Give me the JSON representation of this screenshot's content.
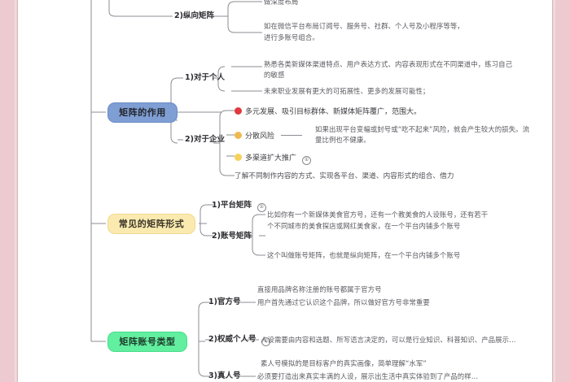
{
  "document": {
    "title": "新媒体矩阵思维导图",
    "frame_color": "#eccacf",
    "page_background": "#ffffff"
  },
  "mindmap": {
    "type": "tree",
    "branches": [
      {
        "id": "zongxiang",
        "label": "2)纵向矩阵",
        "children": [
          {
            "text": "做深度布局"
          },
          {
            "text": "如在微信平台布局订阅号、服务号、社群、个人号及小程序等等，"
          },
          {
            "text": "进行多账号组合。"
          }
        ]
      },
      {
        "id": "juzhen-zuoyong",
        "label": "矩阵的作用",
        "color": "#7e9ed4",
        "shape": "rounded-rect",
        "children": [
          {
            "label": "1)对于个人",
            "children": [
              {
                "text": "熟悉各类新媒体渠道特点、用户表达方式、内容表现形式在不同渠道中，练习自己"
              },
              {
                "text": "的敏感"
              },
              {
                "text": "未来职业发展有更大的可拓展性、更多的发展可能性；"
              }
            ]
          },
          {
            "label": "2)对于企业",
            "children": [
              {
                "badge": "red",
                "badge_symbol": "❶",
                "text": "多元发展、吸引目标群体、新媒体矩阵覆广，范围大。"
              },
              {
                "badge": "orange",
                "badge_symbol": "❷",
                "text": "分散风险",
                "note": "如果出现平台变幅或封号或“吃不起来”风险，就会产生较大的损失。流量比例也不健康。"
              },
              {
                "badge": "amber",
                "badge_symbol": "❸",
                "text": "多渠道扩大推广",
                "ring": "①"
              },
              {
                "text": "了解不同制作内容的方式、实现各平台、渠道、内容形式的组合、借力"
              }
            ]
          }
        ]
      },
      {
        "id": "changjian-xingshi",
        "label": "常见的矩阵形式",
        "color": "#fbeab0",
        "shape": "rounded-rect",
        "children": [
          {
            "label": "1)平台矩阵",
            "ring": "①"
          },
          {
            "label": "2)账号矩阵",
            "children": [
              {
                "text": "比如你有一个新媒体美食官方号，还有一个教美食的人设账号，还有若干"
              },
              {
                "text": "个不同城市的美食探店或网红美食家，在一个平台内铺多个账号"
              },
              {
                "text": "这个叫做账号矩阵，也就是纵向矩阵，在一个平台内铺多个账号"
              }
            ]
          }
        ]
      },
      {
        "id": "zhanghao-leixing",
        "label": "矩阵账号类型",
        "color": "#62ef9f",
        "shape": "rounded-rect",
        "children": [
          {
            "label": "1)官方号",
            "children": [
              {
                "text": "直接用品牌名称注册的账号都属于官方号"
              },
              {
                "text": "用户首先通过它认识这个品牌，所以做好官方号非常重要"
              }
            ]
          },
          {
            "label": "2)权威个人号",
            "ring": "①",
            "children": [
              {
                "text": "人设需要由内容和选题、所写语言决定的，可以是行业知识、科普知识、产品展示…"
              },
              {
                "text": "素人号模拟的是目标客户的真实画像，简单理解“水军”"
              }
            ]
          },
          {
            "label": "3)真人号",
            "children": [
              {
                "text": "必须要打造出来真实丰满的人设，展示出生活中真实体验到了产品的样…"
              }
            ]
          }
        ]
      }
    ]
  }
}
